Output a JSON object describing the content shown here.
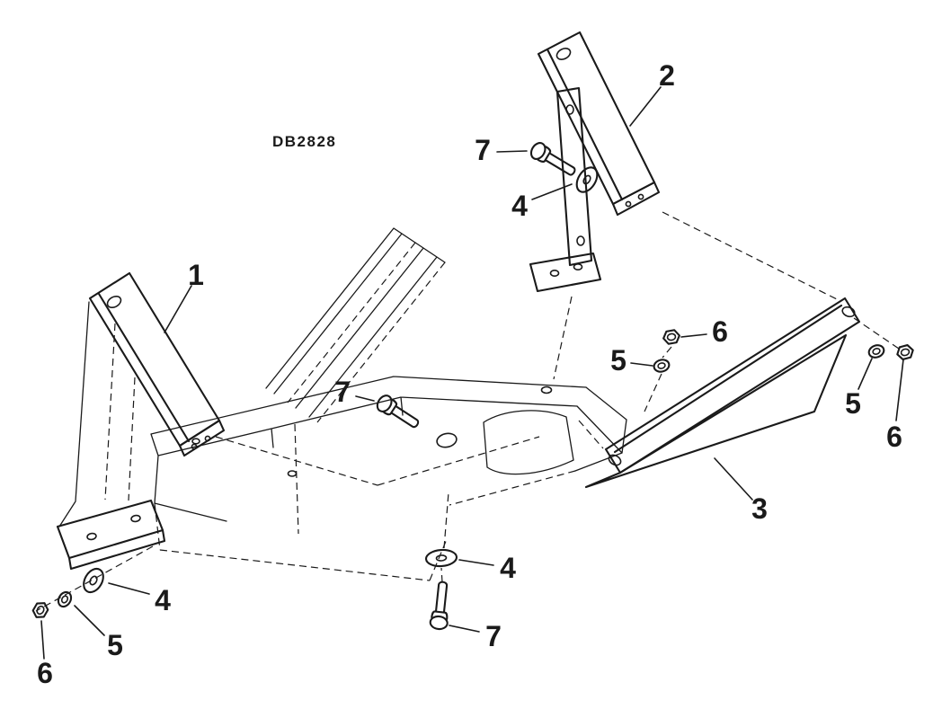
{
  "figure": {
    "drawing_code": "DB2828",
    "background_color": "#ffffff",
    "line_color": "#1a1a1a"
  },
  "callouts": [
    {
      "label": "1"
    },
    {
      "label": "2"
    },
    {
      "label": "3"
    },
    {
      "label": "4"
    },
    {
      "label": "4"
    },
    {
      "label": "4"
    },
    {
      "label": "5"
    },
    {
      "label": "5"
    },
    {
      "label": "5"
    },
    {
      "label": "6"
    },
    {
      "label": "6"
    },
    {
      "label": "6"
    },
    {
      "label": "7"
    },
    {
      "label": "7"
    },
    {
      "label": "7"
    }
  ]
}
